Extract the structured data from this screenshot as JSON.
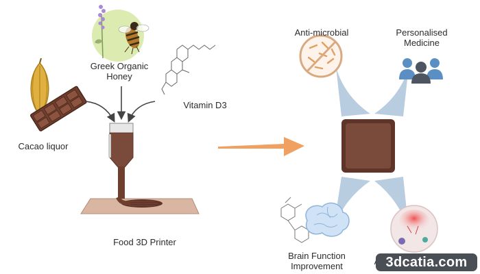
{
  "labels": {
    "honey_line1": "Greek Organic",
    "honey_line2": "Honey",
    "vitamin": "Vitamin D3",
    "cacao": "Cacao liquor",
    "printer": "Food 3D Printer",
    "antimicrobial": "Anti-microbial",
    "medicine_line1": "Personalised",
    "medicine_line2": "Medicine",
    "brain_line1": "Brain Function",
    "brain_line2": "Improvement",
    "partial": "A"
  },
  "watermark": "3dcatia.com",
  "colors": {
    "chocolate": "#7a4a3a",
    "chocolate_dark": "#5e3528",
    "board": "#d9b6a2",
    "arrow_orange": "#f0a060",
    "funnel_blue": "#b9cde0",
    "honey_green": "#dcebb0",
    "cacao_pod": "#e0b040",
    "people_blue": "#5b8fc4"
  },
  "icons": {
    "honey": "bee-icon",
    "vitamin": "molecule-icon",
    "cacao": "cacao-pod-icon",
    "chocolate": "chocolate-bar-icon",
    "antimicrobial": "bacteria-no-icon",
    "medicine": "people-group-icon",
    "brain": "brain-icon",
    "antiinflammatory": "cell-icon"
  }
}
